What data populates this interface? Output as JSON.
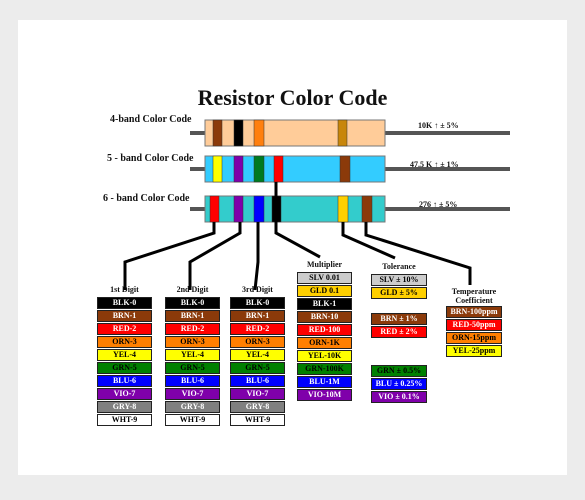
{
  "title": "Resistor Color Code",
  "rows": [
    {
      "label": "4-band Color Code",
      "value": "10K ↑ ± 5%",
      "body_color": "#ffcc99",
      "bands": [
        "#8b3a0a",
        "#000000",
        "#ff7f0e",
        "#c8860a"
      ]
    },
    {
      "label": "5 - band Color Code",
      "value": "47.5 K ↑ ± 1%",
      "body_color": "#33ccff",
      "bands": [
        "#ffff00",
        "#7f00aa",
        "#007a1f",
        "#ff0000",
        "#8b3a0a"
      ]
    },
    {
      "label": "6 - band Color Code",
      "value": "276 ↑ ± 5%",
      "body_color": "#33cccc",
      "bands": [
        "#ff0000",
        "#7f00aa",
        "#0000ff",
        "#000000",
        "#ffd000",
        "#8b3a0a"
      ]
    }
  ],
  "columns": {
    "digit1": {
      "header": "1st Digit",
      "cells": [
        {
          "text": "BLK-0",
          "bg": "#000000",
          "fg": "#ffffff"
        },
        {
          "text": "BRN-1",
          "bg": "#8b3a0a",
          "fg": "#ffffff"
        },
        {
          "text": "RED-2",
          "bg": "#ff0000",
          "fg": "#ffffff"
        },
        {
          "text": "ORN-3",
          "bg": "#ff7f00",
          "fg": "#000000"
        },
        {
          "text": "YEL-4",
          "bg": "#ffff00",
          "fg": "#000000"
        },
        {
          "text": "GRN-5",
          "bg": "#008000",
          "fg": "#000000"
        },
        {
          "text": "BLU-6",
          "bg": "#0000ff",
          "fg": "#ffffff"
        },
        {
          "text": "VIO-7",
          "bg": "#7f00aa",
          "fg": "#ffffff"
        },
        {
          "text": "GRY-8",
          "bg": "#808080",
          "fg": "#ffffff"
        },
        {
          "text": "WHT-9",
          "bg": "#ffffff",
          "fg": "#000000"
        }
      ]
    },
    "digit2": {
      "header": "2nd Digit",
      "cells": [
        {
          "text": "BLK-0",
          "bg": "#000000",
          "fg": "#ffffff"
        },
        {
          "text": "BRN-1",
          "bg": "#8b3a0a",
          "fg": "#ffffff"
        },
        {
          "text": "RED-2",
          "bg": "#ff0000",
          "fg": "#ffffff"
        },
        {
          "text": "ORN-3",
          "bg": "#ff7f00",
          "fg": "#000000"
        },
        {
          "text": "YEL-4",
          "bg": "#ffff00",
          "fg": "#000000"
        },
        {
          "text": "GRN-5",
          "bg": "#008000",
          "fg": "#000000"
        },
        {
          "text": "BLU-6",
          "bg": "#0000ff",
          "fg": "#ffffff"
        },
        {
          "text": "VIO-7",
          "bg": "#7f00aa",
          "fg": "#ffffff"
        },
        {
          "text": "GRY-8",
          "bg": "#808080",
          "fg": "#ffffff"
        },
        {
          "text": "WHT-9",
          "bg": "#ffffff",
          "fg": "#000000"
        }
      ]
    },
    "digit3": {
      "header": "3rd Digit",
      "cells": [
        {
          "text": "BLK-0",
          "bg": "#000000",
          "fg": "#ffffff"
        },
        {
          "text": "BRN-1",
          "bg": "#8b3a0a",
          "fg": "#ffffff"
        },
        {
          "text": "RED-2",
          "bg": "#ff0000",
          "fg": "#ffffff"
        },
        {
          "text": "ORN-3",
          "bg": "#ff7f00",
          "fg": "#000000"
        },
        {
          "text": "YEL-4",
          "bg": "#ffff00",
          "fg": "#000000"
        },
        {
          "text": "GRN-5",
          "bg": "#008000",
          "fg": "#000000"
        },
        {
          "text": "BLU-6",
          "bg": "#0000ff",
          "fg": "#ffffff"
        },
        {
          "text": "VIO-7",
          "bg": "#7f00aa",
          "fg": "#ffffff"
        },
        {
          "text": "GRY-8",
          "bg": "#808080",
          "fg": "#ffffff"
        },
        {
          "text": "WHT-9",
          "bg": "#ffffff",
          "fg": "#000000"
        }
      ]
    },
    "multiplier": {
      "header": "Multiplier",
      "cells": [
        {
          "text": "SLV 0.01",
          "bg": "#cccccc",
          "fg": "#000000"
        },
        {
          "text": "GLD 0.1",
          "bg": "#ffd000",
          "fg": "#000000"
        },
        {
          "text": "BLK-1",
          "bg": "#000000",
          "fg": "#ffffff"
        },
        {
          "text": "BRN-10",
          "bg": "#8b3a0a",
          "fg": "#ffffff"
        },
        {
          "text": "RED-100",
          "bg": "#ff0000",
          "fg": "#ffffff"
        },
        {
          "text": "ORN-1K",
          "bg": "#ff7f00",
          "fg": "#000000"
        },
        {
          "text": "YEL-10K",
          "bg": "#ffff00",
          "fg": "#000000"
        },
        {
          "text": "GRN-100K",
          "bg": "#008000",
          "fg": "#000000"
        },
        {
          "text": "BLU-1M",
          "bg": "#0000ff",
          "fg": "#ffffff"
        },
        {
          "text": "VIO-10M",
          "bg": "#7f00aa",
          "fg": "#ffffff"
        }
      ]
    },
    "tolerance": {
      "header": "Tolerance",
      "cells": [
        {
          "text": "SLV ± 10%",
          "bg": "#cccccc",
          "fg": "#000000"
        },
        {
          "text": "GLD ± 5%",
          "bg": "#ffd000",
          "fg": "#000000"
        },
        {
          "text": "",
          "spacer": true
        },
        {
          "text": "BRN ± 1%",
          "bg": "#8b3a0a",
          "fg": "#ffffff"
        },
        {
          "text": "RED ± 2%",
          "bg": "#ff0000",
          "fg": "#ffffff"
        },
        {
          "text": "",
          "spacer": true
        },
        {
          "text": "",
          "spacer": true
        },
        {
          "text": "GRN ± 0.5%",
          "bg": "#008000",
          "fg": "#000000"
        },
        {
          "text": "BLU ± 0.25%",
          "bg": "#0000ff",
          "fg": "#ffffff"
        },
        {
          "text": "VIO ± 0.1%",
          "bg": "#7f00aa",
          "fg": "#ffffff"
        }
      ]
    },
    "tempco": {
      "header": "Temperature Coefficient",
      "cells": [
        {
          "text": "BRN-100ppm",
          "bg": "#8b3a0a",
          "fg": "#ffffff"
        },
        {
          "text": "RED-50ppm",
          "bg": "#ff0000",
          "fg": "#ffffff"
        },
        {
          "text": "ORN-15ppm",
          "bg": "#ff7f00",
          "fg": "#000000"
        },
        {
          "text": "YEL-25ppm",
          "bg": "#ffff00",
          "fg": "#000000"
        }
      ]
    }
  }
}
